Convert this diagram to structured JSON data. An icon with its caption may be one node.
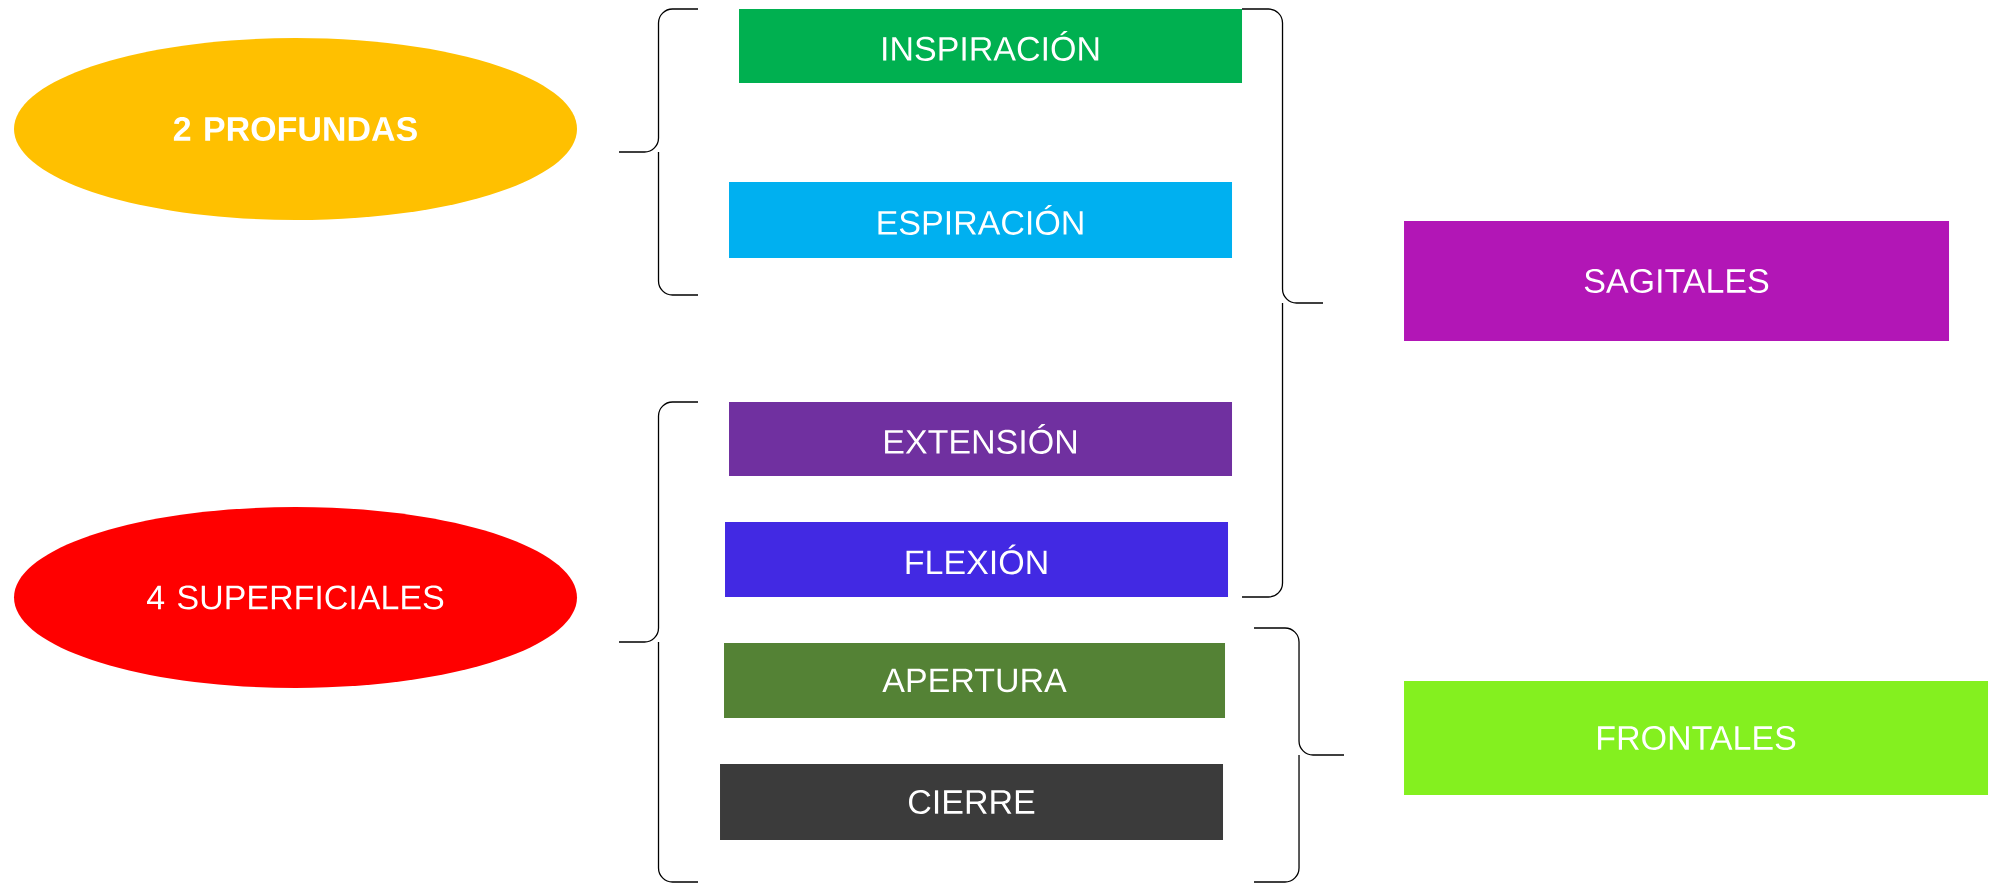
{
  "diagram": {
    "nodes": [
      {
        "text": [
          "2 PROFUNDAS"
        ]
      },
      {
        "text": [
          "4 SUPERFICIALES"
        ]
      },
      {
        "text": [
          "INSPIRACIÓN"
        ]
      },
      {
        "text": [
          "ESPIRACIÓN"
        ]
      },
      {
        "text": [
          "EXTENSIÓN"
        ]
      },
      {
        "text": [
          "FLEXIÓN"
        ]
      },
      {
        "text": [
          "APERTURA"
        ]
      },
      {
        "text": [
          "CIERRE"
        ]
      },
      {
        "text": [
          "SAGITALES"
        ]
      },
      {
        "text": [
          "FRONTALES"
        ]
      }
    ]
  }
}
